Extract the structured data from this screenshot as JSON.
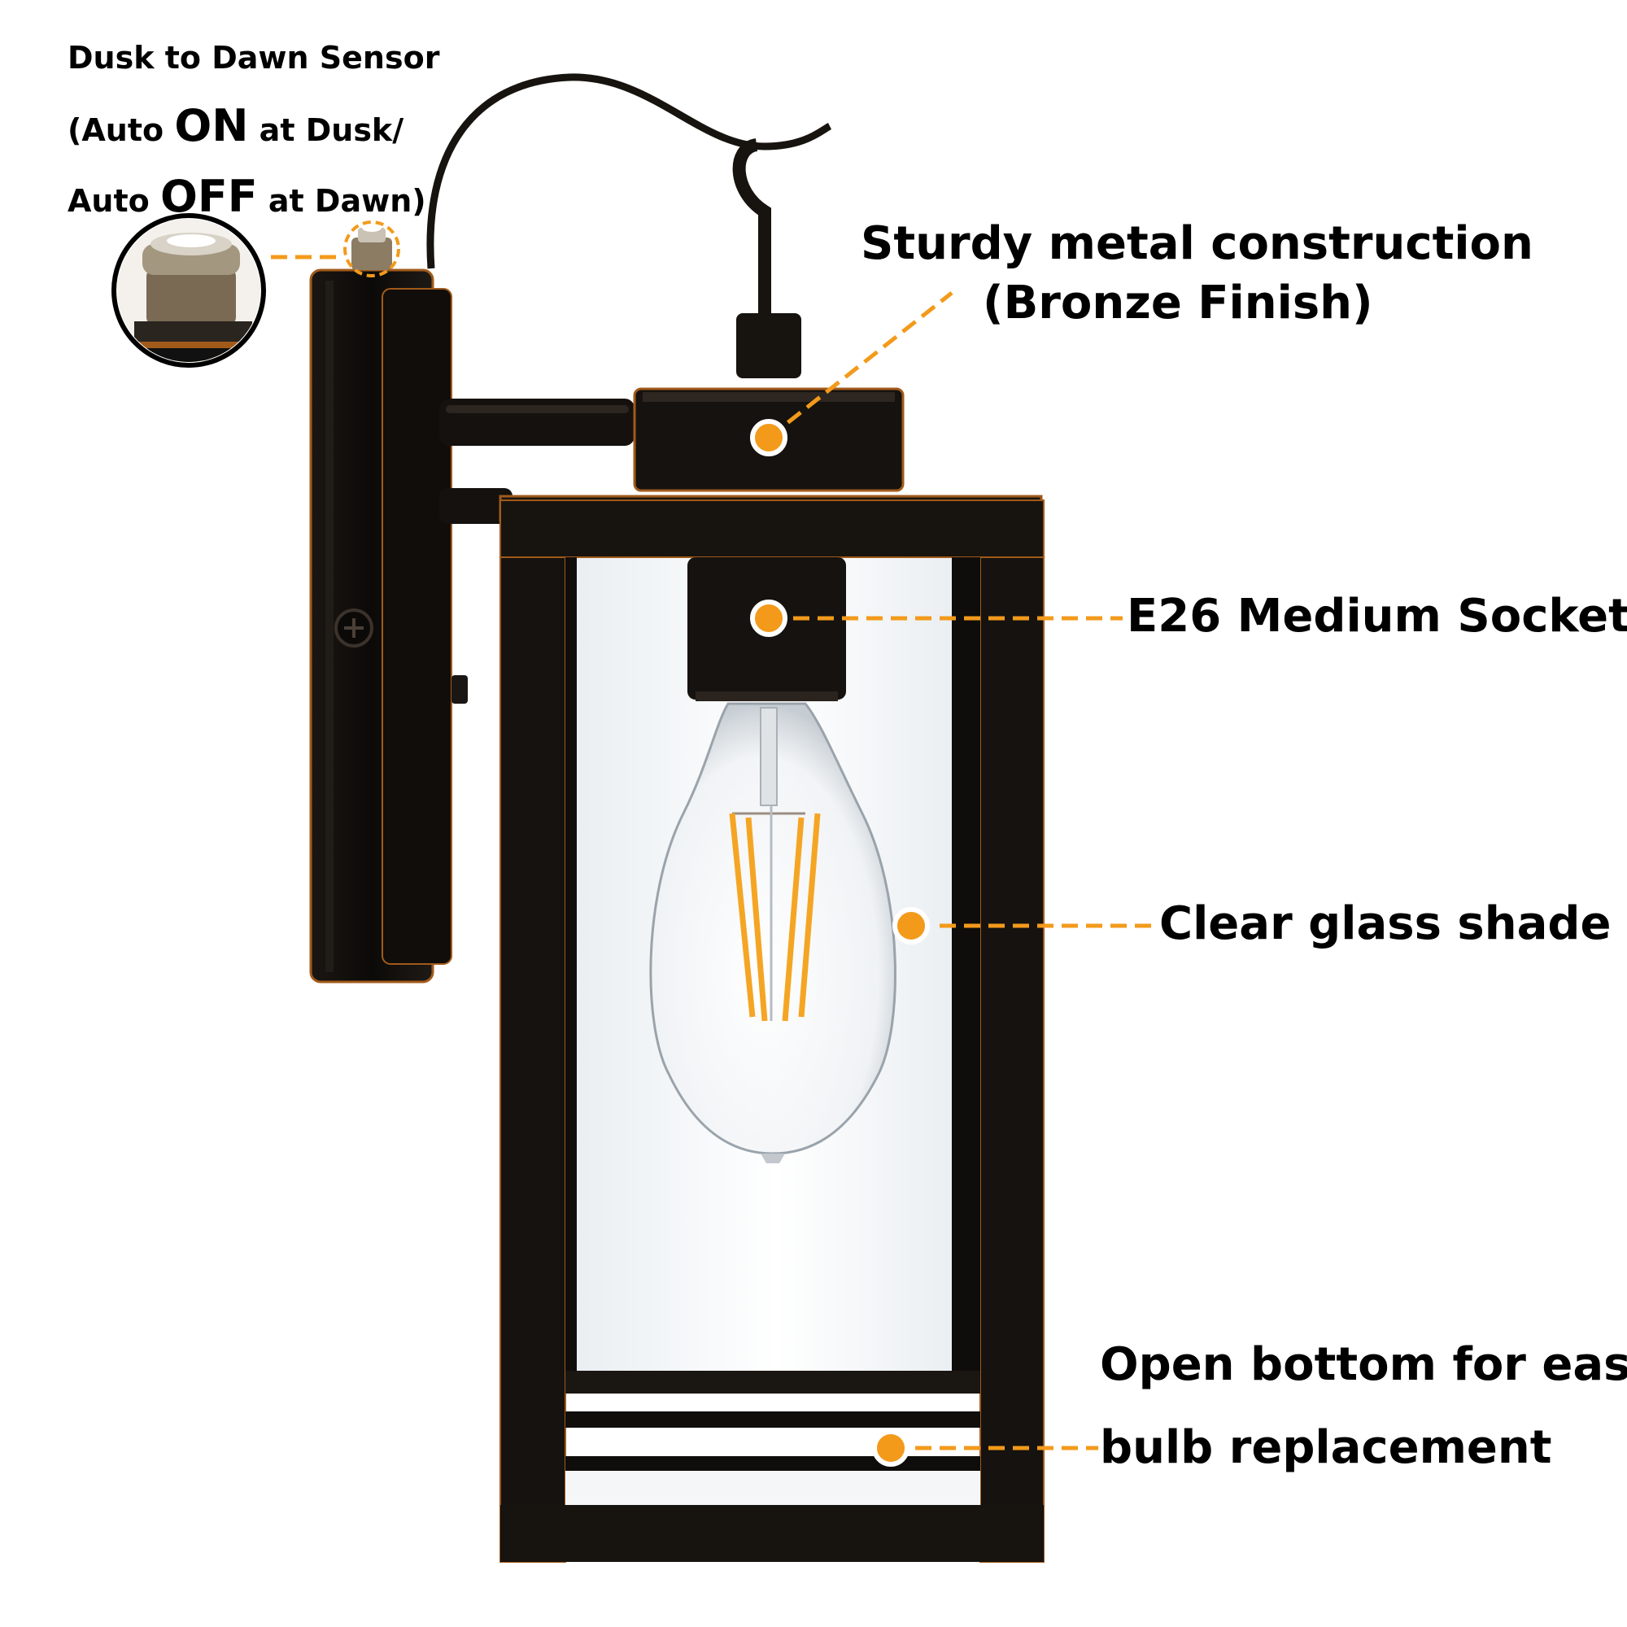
{
  "sensor_callout": {
    "line1": "Dusk to Dawn Sensor",
    "line2_pre": "(Auto ",
    "line2_big": "ON",
    "line2_post": " at Dusk/",
    "line3_pre": "Auto ",
    "line3_big": "OFF",
    "line3_post": " at Dawn)"
  },
  "features": {
    "metal_line1": "Sturdy metal construction",
    "metal_line2": "(Bronze Finish)",
    "socket": "E26 Medium Socket",
    "glass": "Clear glass shade",
    "bottom_line1": "Open bottom for easy",
    "bottom_line2": "bulb replacement"
  },
  "colors": {
    "accent": "#F39A1B",
    "frame": "#17130f",
    "bronze": "#a15a1a",
    "text": "#000000"
  },
  "icons": [
    "light-sensor-icon",
    "callout-dot-icon"
  ]
}
